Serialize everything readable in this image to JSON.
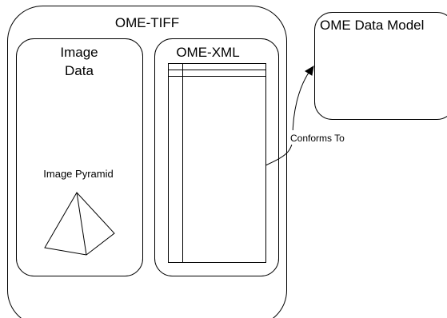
{
  "diagram": {
    "ome_tiff": {
      "title": "OME-TIFF"
    },
    "image_data": {
      "title_line1": "Image",
      "title_line2": "Data"
    },
    "image_pyramid": {
      "label": "Image Pyramid"
    },
    "ome_xml": {
      "title": "OME-XML"
    },
    "data_model": {
      "title": "OME Data Model"
    },
    "connector": {
      "label": "Conforms To"
    }
  }
}
